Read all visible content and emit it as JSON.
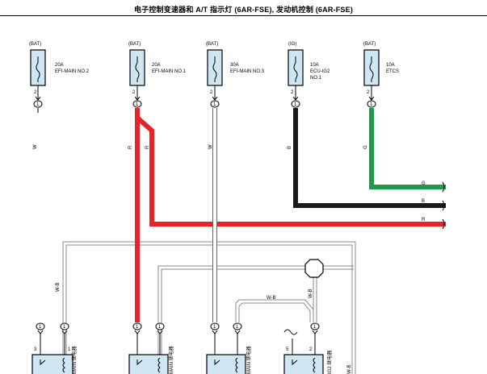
{
  "title": "电子控制变速器和 A/T 指示灯 (6AR-FSE), 发动机控制 (6AR-FSE)",
  "fuses": [
    {
      "source": "(BAT)",
      "rating": "20A",
      "name1": "EFI-MAIN NO.2",
      "name2": "",
      "pin_top": "2",
      "conn": "1",
      "wire": "W"
    },
    {
      "source": "(BAT)",
      "rating": "20A",
      "name1": "EFI-MAIN NO.1",
      "name2": "",
      "pin_top": "2",
      "conn": "1",
      "wire": "R"
    },
    {
      "source": "(BAT)",
      "rating": "30A",
      "name1": "EFI-MAIN NO.3",
      "name2": "",
      "pin_top": "2",
      "conn": "1",
      "wire": "W"
    },
    {
      "source": "(IG)",
      "rating": "10A",
      "name1": "ECU-IG2",
      "name2": "NO.1",
      "pin_top": "2",
      "conn": "1",
      "wire": "B"
    },
    {
      "source": "(BAT)",
      "rating": "10A",
      "name1": "ETCS",
      "name2": "",
      "pin_top": "2",
      "conn": "1",
      "wire": "G"
    }
  ],
  "wire_labels": {
    "red_branch": "R",
    "right_g": "G",
    "right_b": "B",
    "right_r": "R",
    "wb_left": "W-B",
    "wb_mid": "W-B",
    "wb_right": "W-B",
    "wb_far": "W-B"
  },
  "relays": [
    {
      "pin_left": "3",
      "pin_right": "1",
      "conn_left": "1",
      "conn_right": "1",
      "label": "MAIN 继电器"
    },
    {
      "pin_left": "",
      "pin_right": "",
      "conn_left": "1",
      "conn_right": "1",
      "label": "MAIN 继电器"
    },
    {
      "pin_left": "",
      "pin_right": "",
      "conn_left": "1",
      "conn_right": "1",
      "label": "MAIN 继电器"
    },
    {
      "pin_left": "5",
      "pin_right": "2",
      "conn_left": "1",
      "conn_right": "1",
      "label": "IG2 继电器"
    }
  ],
  "colors": {
    "red": "#e8232a",
    "black": "#1a1a1a",
    "green": "#1e9a4a",
    "fuse_fill": "#cfe7f3",
    "ground_gray": "#8a8a8a"
  }
}
